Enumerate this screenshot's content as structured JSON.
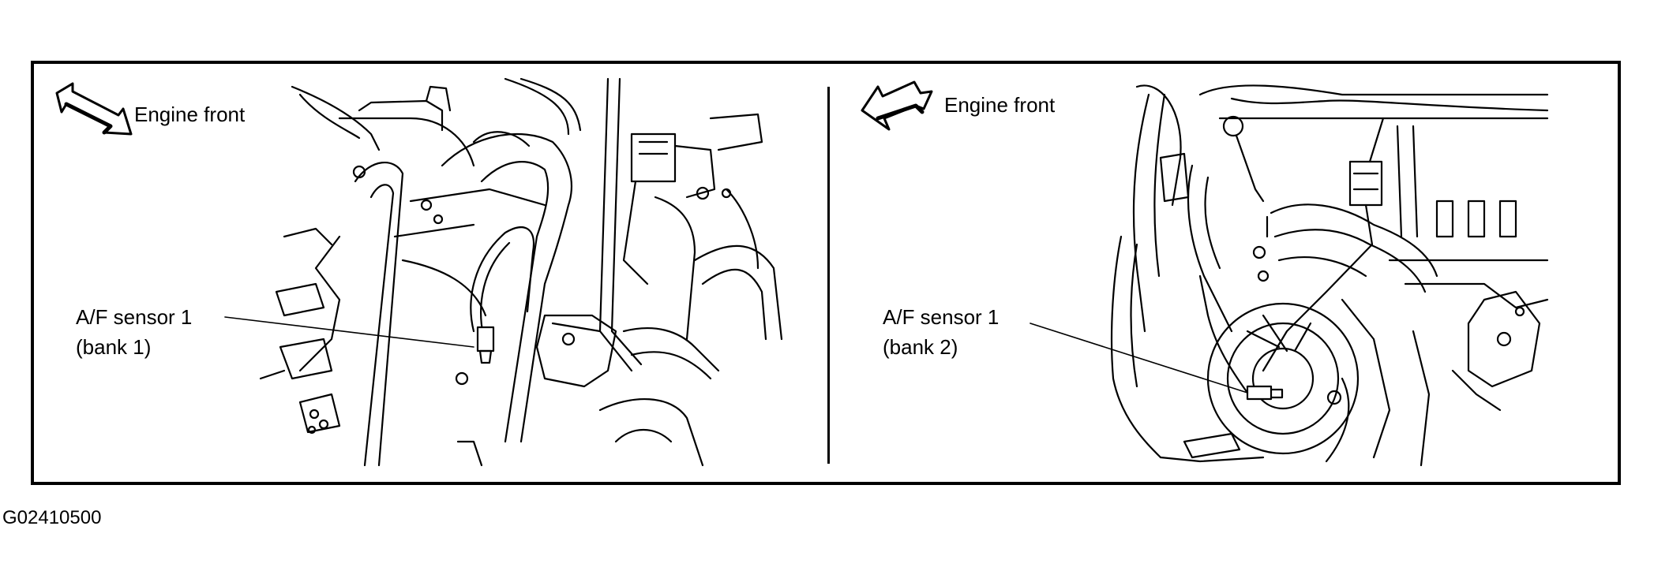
{
  "figure_code": "G02410500",
  "left_panel": {
    "direction_label": "Engine front",
    "sensor_label": "A/F sensor 1",
    "bank_label": "(bank 1)"
  },
  "right_panel": {
    "direction_label": "Engine front",
    "sensor_label": "A/F sensor 1",
    "bank_label": "(bank 2)"
  }
}
